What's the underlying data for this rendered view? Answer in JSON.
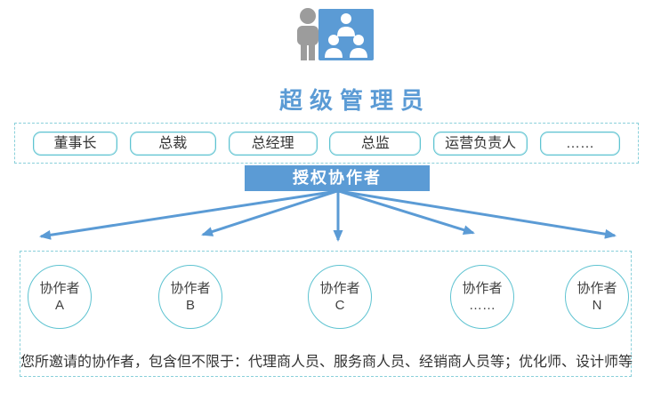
{
  "palette": {
    "brand_blue": "#5b9bd5",
    "pill_border_teal": "#5ec3d1",
    "dashed_border_teal": "#8ad0da",
    "text_dark": "#333333",
    "person_gray": "#9c9c9c",
    "white": "#ffffff"
  },
  "header": {
    "icon_name": "presenter-org-chart-icon",
    "title": "超级管理员"
  },
  "roles": {
    "items": [
      {
        "label": "董事长"
      },
      {
        "label": "总裁"
      },
      {
        "label": "总经理"
      },
      {
        "label": "总监"
      },
      {
        "label": "运营负责人"
      },
      {
        "label": "……"
      }
    ]
  },
  "authorize": {
    "label": "授权协作者"
  },
  "collaborators": {
    "items": [
      {
        "line1": "协作者",
        "line2": "A"
      },
      {
        "line1": "协作者",
        "line2": "B"
      },
      {
        "line1": "协作者",
        "line2": "C"
      },
      {
        "line1": "协作者",
        "line2": "……"
      },
      {
        "line1": "协作者",
        "line2": "N"
      }
    ]
  },
  "note": {
    "text": "您所邀请的协作者，包含但不限于：代理商人员、服务商人员、经销商人员等；优化师、设计师等"
  }
}
